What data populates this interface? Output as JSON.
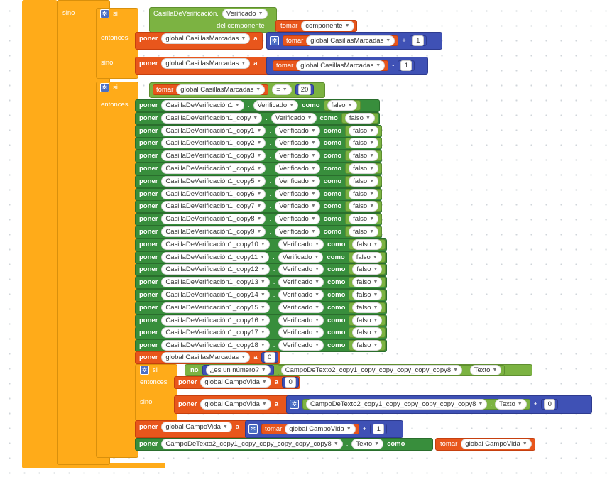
{
  "kw": {
    "si": "si",
    "sino": "sino",
    "entonces": "entonces",
    "poner": "poner",
    "a": "a",
    "tomar": "tomar",
    "como": "como",
    "no": "no",
    "del_componente": "del componente",
    "dot": ".",
    "plus": "+",
    "minus": "-",
    "eq": "=",
    "es_numero": "¿es un número?"
  },
  "values": {
    "casilla_generic": "CasillaDeVerificación.",
    "verificado": "Verificado",
    "componente": "componente",
    "global_casillas": "global CasillasMarcadas",
    "one": "1",
    "twenty": "20",
    "zero": "0",
    "falso": "falso",
    "global_campovida": "global CampoVida",
    "campotexto": "CampoDeTexto2_copy1_copy_copy_copy_copy_copy8",
    "texto": "Texto"
  },
  "checkbox_rows": [
    "CasillaDeVerificación1",
    "CasillaDeVerificación1_copy",
    "CasillaDeVerificación1_copy1",
    "CasillaDeVerificación1_copy2",
    "CasillaDeVerificación1_copy3",
    "CasillaDeVerificación1_copy4",
    "CasillaDeVerificación1_copy5",
    "CasillaDeVerificación1_copy6",
    "CasillaDeVerificación1_copy7",
    "CasillaDeVerificación1_copy8",
    "CasillaDeVerificación1_copy9",
    "CasillaDeVerificación1_copy10",
    "CasillaDeVerificación1_copy11",
    "CasillaDeVerificación1_copy12",
    "CasillaDeVerificación1_copy13",
    "CasillaDeVerificación1_copy14",
    "CasillaDeVerificación1_copy15",
    "CasillaDeVerificación1_copy16",
    "CasillaDeVerificación1_copy17",
    "CasillaDeVerificación1_copy18"
  ],
  "colors": {
    "control": "#ffab19",
    "variable": "#e8561c",
    "property": "#388e3c",
    "math": "#3f51b5",
    "logic": "#7cb342"
  }
}
